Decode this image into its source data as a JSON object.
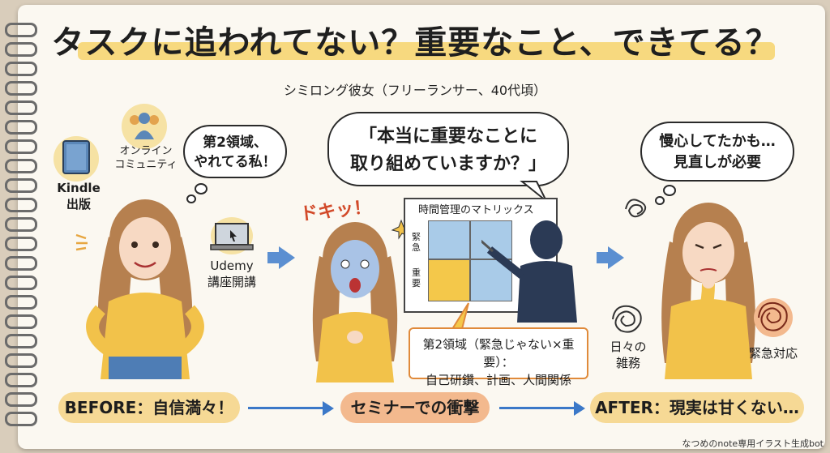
{
  "title": "タスクに追われてない？重要なこと、できてる？",
  "subtitle": "シミロング彼女（フリーランサー、40代頃）",
  "before": {
    "bubble_line1": "第2領域、",
    "bubble_line2": "やれてる私！",
    "icon_online_line1": "オンライン",
    "icon_online_line2": "コミュニティ",
    "icon_kindle_line1": "Kindle",
    "icon_kindle_line2": "出版",
    "icon_udemy_line1": "Udemy",
    "icon_udemy_line2": "講座開講",
    "label": "BEFORE：自信満々！"
  },
  "seminar": {
    "bubble_line1": "「本当に重要なことに",
    "bubble_line2": "取り組めていますか？」",
    "exclaim": "ドキッ！",
    "matrix_title": "時間管理のマトリックス",
    "axis_urgent": "緊急",
    "axis_important": "重要",
    "callout_line1": "第2領域（緊急じゃない×重要）：",
    "callout_line2": "自己研鑽、計画、人間関係",
    "label": "セミナーでの衝撃"
  },
  "after": {
    "bubble_line1": "慢心してたかも…",
    "bubble_line2": "見直しが必要",
    "scribble_left_line1": "日々の",
    "scribble_left_line2": "雑務",
    "scribble_right": "緊急対応",
    "label": "AFTER：現実は甘くない…"
  },
  "footer": "なつめのnote専用イラスト生成bot",
  "colors": {
    "accent_yellow": "#f6d36b",
    "arrow_blue": "#3b78c8",
    "matrix_blue": "#a9cbe8",
    "matrix_yellow": "#f4c84a",
    "pill_before": "#f6d995",
    "pill_seminar": "#f3b98e",
    "pill_after": "#f6d995"
  }
}
